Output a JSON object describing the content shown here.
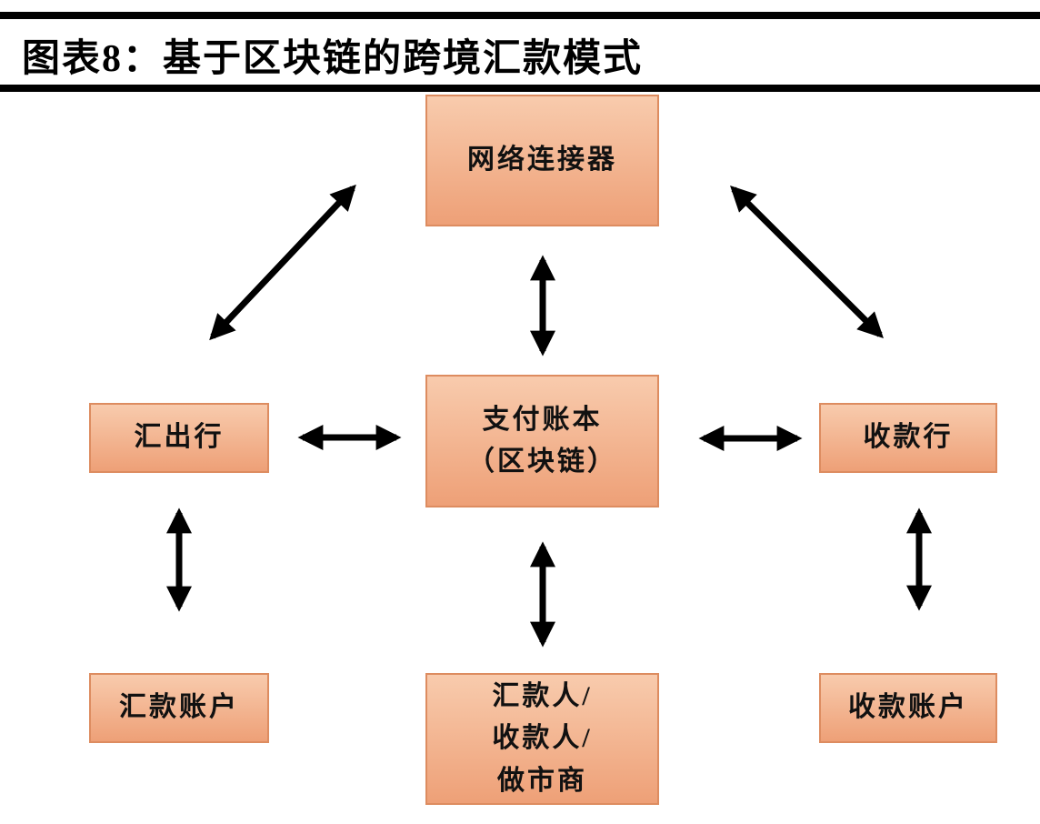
{
  "header": {
    "title": "图表8：基于区块链的跨境汇款模式"
  },
  "diagram": {
    "nodes": [
      {
        "id": "network-connector",
        "label": "网络连接器"
      },
      {
        "id": "payment-ledger",
        "label": "支付账本\n（区块链）"
      },
      {
        "id": "remitting-bank",
        "label": "汇出行"
      },
      {
        "id": "receiving-bank",
        "label": "收款行"
      },
      {
        "id": "remittance-account",
        "label": "汇款账户"
      },
      {
        "id": "participants",
        "label": "汇款人/\n收款人/\n做市商"
      },
      {
        "id": "receiving-account",
        "label": "收款账户"
      }
    ],
    "edges": [
      {
        "from": "网络连接器",
        "to": "汇出行",
        "bidirectional": true
      },
      {
        "from": "网络连接器",
        "to": "支付账本（区块链）",
        "bidirectional": true
      },
      {
        "from": "网络连接器",
        "to": "收款行",
        "bidirectional": true
      },
      {
        "from": "汇出行",
        "to": "支付账本（区块链）",
        "bidirectional": true
      },
      {
        "from": "支付账本（区块链）",
        "to": "收款行",
        "bidirectional": true
      },
      {
        "from": "汇出行",
        "to": "汇款账户",
        "bidirectional": true
      },
      {
        "from": "支付账本（区块链）",
        "to": "汇款人/收款人/做市商",
        "bidirectional": true
      },
      {
        "from": "收款行",
        "to": "收款账户",
        "bidirectional": true
      }
    ]
  },
  "colors": {
    "box_fill_top": "#F8CBAD",
    "box_fill_bottom": "#EEA077",
    "box_border": "#DD8C60",
    "arrow": "#000000",
    "rule": "#000000",
    "background": "#FFFFFF"
  }
}
